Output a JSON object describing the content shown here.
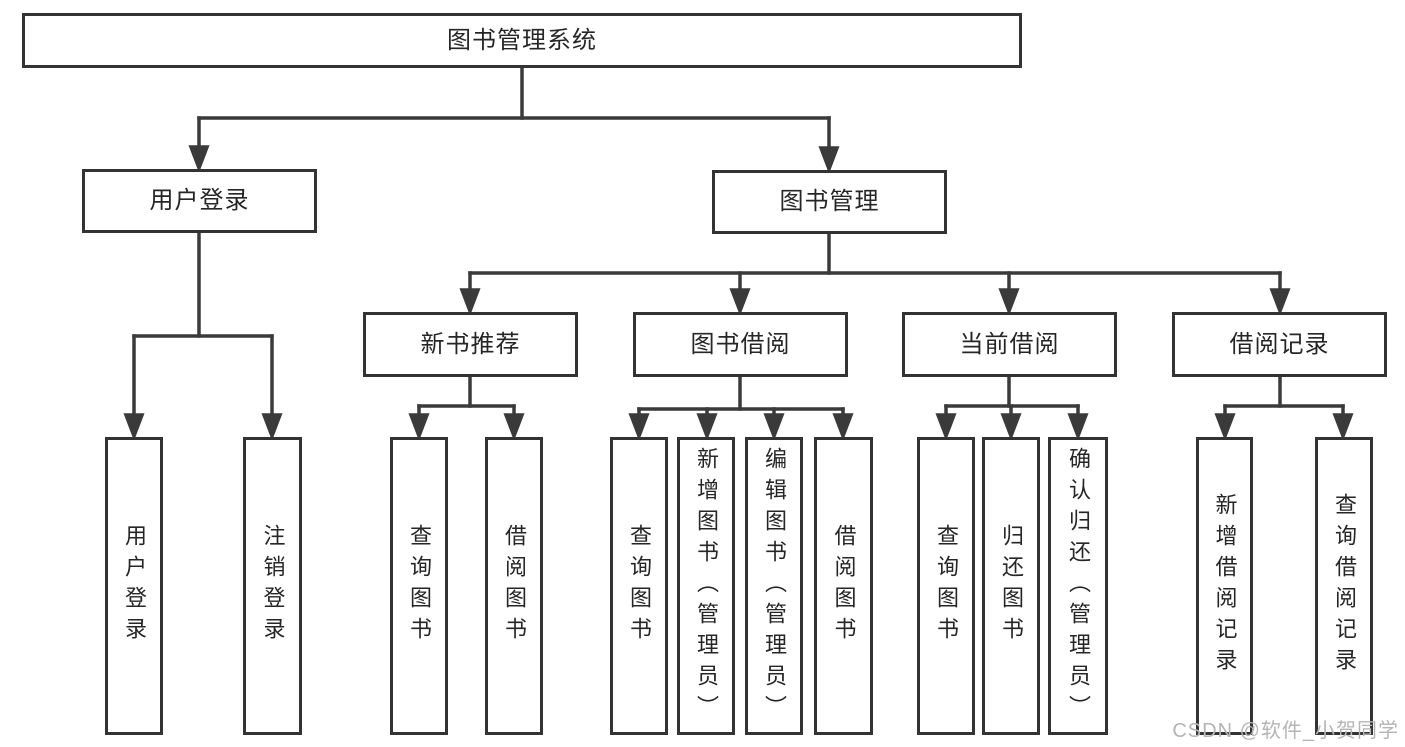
{
  "tree": {
    "root": {
      "label": "图书管理系统",
      "children": [
        {
          "label": "用户登录",
          "children": [
            {
              "label": "用户登录"
            },
            {
              "label": "注销登录"
            }
          ]
        },
        {
          "label": "图书管理",
          "children": [
            {
              "label": "新书推荐",
              "children": [
                {
                  "label": "查询图书"
                },
                {
                  "label": "借阅图书"
                }
              ]
            },
            {
              "label": "图书借阅",
              "children": [
                {
                  "label": "查询图书"
                },
                {
                  "label": "新增图书（管理员）"
                },
                {
                  "label": "编辑图书（管理员）"
                },
                {
                  "label": "借阅图书"
                }
              ]
            },
            {
              "label": "当前借阅",
              "children": [
                {
                  "label": "查询图书"
                },
                {
                  "label": "归还图书"
                },
                {
                  "label": "确认归还（管理员）"
                }
              ]
            },
            {
              "label": "借阅记录",
              "children": [
                {
                  "label": "新增借阅记录"
                },
                {
                  "label": "查询借阅记录"
                }
              ]
            }
          ]
        }
      ]
    }
  },
  "watermark": {
    "text": "CSDN @软件_小贺同学"
  },
  "colors": {
    "line": "#3a3a3a",
    "box_border": "#333333",
    "text": "#262626",
    "watermark": "#b5b5b5",
    "background": "#ffffff"
  }
}
